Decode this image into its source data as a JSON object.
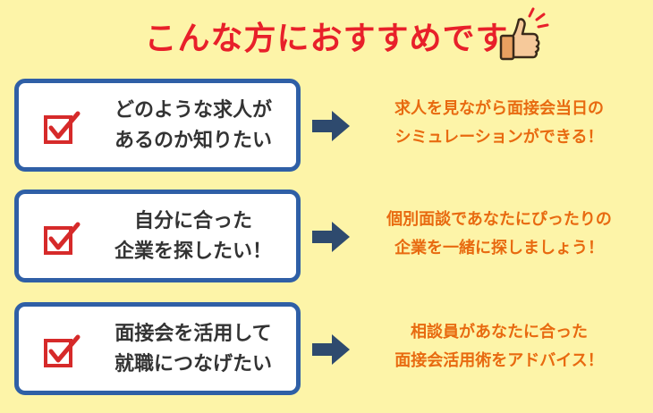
{
  "title": "こんな方におすすめです",
  "colors": {
    "background": "#fdf4a8",
    "title": "#e8202a",
    "card_border": "#2f5fa6",
    "check": "#d62a2a",
    "arrow": "#2e4a6e",
    "result_text": "#e86a10"
  },
  "icons": {
    "thumb": "thumbs-up-icon",
    "check": "checkbox-icon",
    "arrow": "arrow-right-icon"
  },
  "rows": [
    {
      "card_line1": "どのような求人が",
      "card_line2": "あるのか知りたい",
      "result_line1": "求人を見ながら面接会当日の",
      "result_line2": "シミュレーションができる！"
    },
    {
      "card_line1": "自分に合った",
      "card_line2": "企業を探したい！",
      "result_line1": "個別面談であなたにぴったりの",
      "result_line2": "企業を一緒に探しましょう！"
    },
    {
      "card_line1": "面接会を活用して",
      "card_line2": "就職につなげたい",
      "result_line1": "相談員があなたに合った",
      "result_line2": "面接会活用術をアドバイス！"
    }
  ]
}
